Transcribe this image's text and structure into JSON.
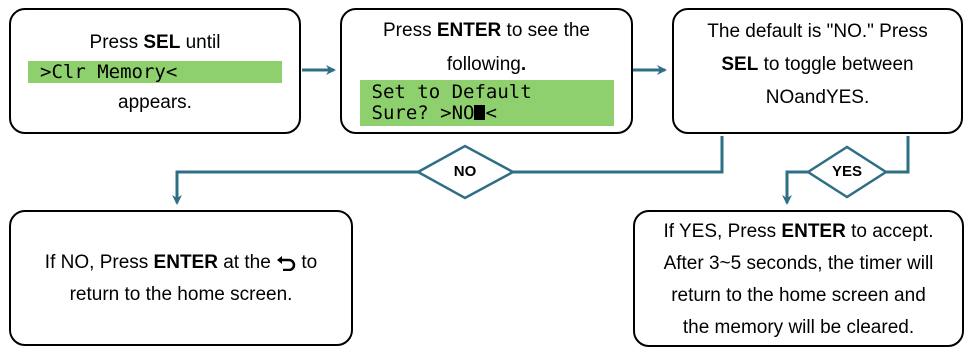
{
  "step1": {
    "press": "Press",
    "sel": "SEL",
    "until": "until",
    "lcd": ">Clr Memory<",
    "appears": "appears."
  },
  "step2": {
    "press": "Press",
    "enter": "ENTER",
    "to_see": "to see the",
    "following": "following",
    "period": ".",
    "lcd_line1": "Set to Default",
    "lcd_line2_a": "Sure? >NO",
    "lcd_line2_b": "<"
  },
  "step3": {
    "line1": "The default is \"NO.\" Press",
    "sel": "SEL",
    "toggle": "to toggle between",
    "no": "NO",
    "and": "and",
    "yes": "YES."
  },
  "decision_no": {
    "label": "NO"
  },
  "decision_yes": {
    "label": "YES"
  },
  "result_no": {
    "prefix": "If NO, Press",
    "enter": "ENTER",
    "at_the": "at the",
    "to": "to",
    "line2": "return to the home screen.",
    "icon": "return-arrow-icon"
  },
  "result_yes": {
    "prefix": "If YES, Press",
    "enter": "ENTER",
    "accept": "to accept.",
    "line2": "After 3~5 seconds, the timer will",
    "line3": "return to the home screen and",
    "line4": "the memory will be cleared."
  },
  "colors": {
    "connector": "#2f6f86",
    "lcd": "#8fd06e",
    "border": "#000000"
  }
}
